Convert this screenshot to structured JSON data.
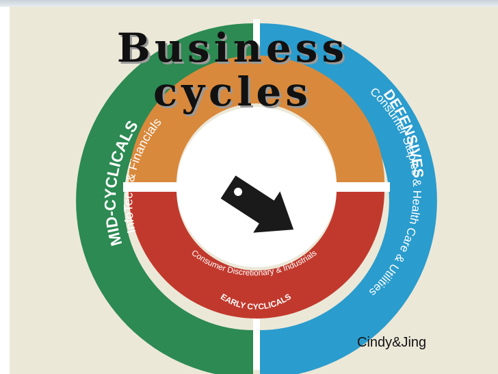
{
  "title": {
    "line1": "Business",
    "line2": "cycles"
  },
  "credit": "Cindy&Jing",
  "segments": {
    "mid_cyclicals": {
      "heading": "MID-CYCLICALS",
      "sectors": "InfoTech & Financials"
    },
    "defensives": {
      "heading": "DEFENSIVES",
      "sectors": "Consumer Staples & Health Care & Utilities"
    },
    "early_cyclicals": {
      "heading": "EARLY CYCLICALS",
      "sectors": "Consumer Discretionary & Industrials"
    }
  },
  "colors": {
    "background": "#ece8d8",
    "green_ring": "#2c8a52",
    "blue_ring": "#2a9ccd",
    "orange_ring": "#d9893c",
    "red_ring": "#c1392d",
    "arrow": "#1a1a1a"
  },
  "icons": {
    "direction": "arrow-icon"
  }
}
